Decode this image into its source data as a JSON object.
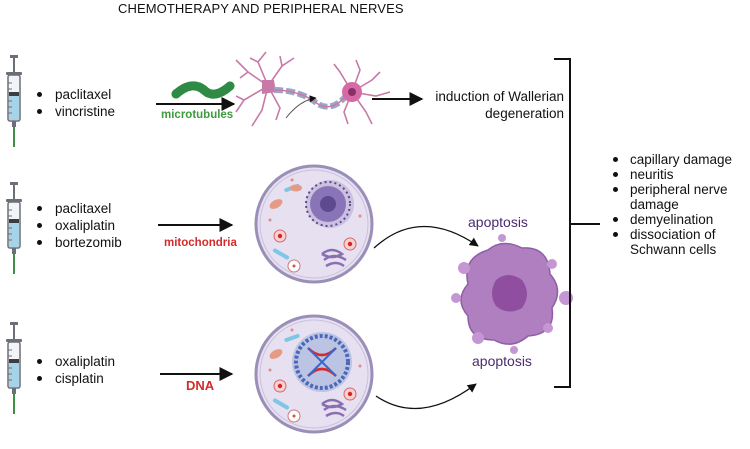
{
  "title": "CHEMOTHERAPY AND PERIPHERAL NERVES",
  "rows": [
    {
      "drugs": [
        "paclitaxel",
        "vincristine"
      ],
      "target": "microtubules",
      "target_color": "#3e9b3e"
    },
    {
      "drugs": [
        "paclitaxel",
        "oxaliplatin",
        "bortezomib"
      ],
      "target": "mitochondria",
      "target_color": "#d42b2b"
    },
    {
      "drugs": [
        "oxaliplatin",
        "cisplatin"
      ],
      "target": "DNA",
      "target_color": "#d42b2b"
    }
  ],
  "outcome_wallerian": "induction of Wallerian degeneration",
  "apoptosis_labels": [
    "apoptosis",
    "apoptosis"
  ],
  "effects": [
    "capillary damage",
    "neuritis",
    "peripheral nerve damage",
    "demyelination",
    "dissociation  of Schwann cells"
  ],
  "colors": {
    "cell_fill": "#e6e0f0",
    "cell_outline": "#9a8fb8",
    "apoptotic_cell": "#b07fbf",
    "neuron": "#c77aa8",
    "arrow": "#111111"
  },
  "icons": [
    "syringe-icon",
    "microtubule-icon",
    "neuron-icon",
    "cell-icon",
    "apoptotic-cell-icon",
    "bracket-icon"
  ]
}
